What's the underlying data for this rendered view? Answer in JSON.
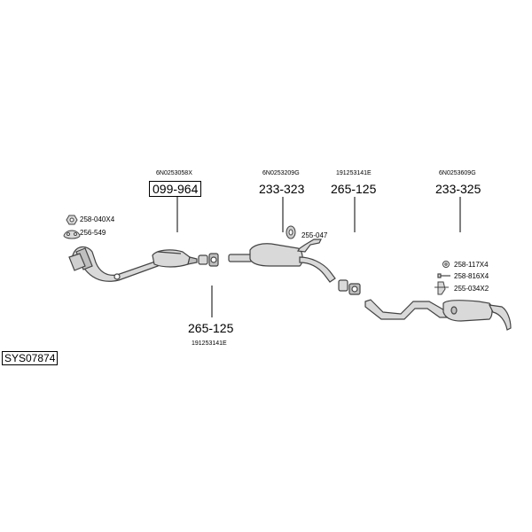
{
  "diagram_id": "SYS07874",
  "parts": [
    {
      "part_no": "099-964",
      "oem": "6N0253058X",
      "boxed": true
    },
    {
      "part_no": "233-323",
      "oem": "6N0253209G"
    },
    {
      "part_no": "265-125",
      "oem": "191253141E"
    },
    {
      "part_no": "233-325",
      "oem": "6N0253609G"
    },
    {
      "part_no": "265-125",
      "oem": "191253141E"
    }
  ],
  "accessories": [
    {
      "code": "258-040X4",
      "icon": "hex-nut-icon"
    },
    {
      "code": "256-549",
      "icon": "gasket-icon"
    },
    {
      "code": "255-047",
      "icon": "rubber-ring-icon"
    },
    {
      "code": "258-117X4",
      "icon": "washer-icon"
    },
    {
      "code": "258-816X4",
      "icon": "bolt-icon"
    },
    {
      "code": "255-034X2",
      "icon": "clamp-icon"
    }
  ],
  "colors": {
    "line": "#000000",
    "part_fill": "#d9d9d9",
    "part_stroke": "#444444"
  }
}
